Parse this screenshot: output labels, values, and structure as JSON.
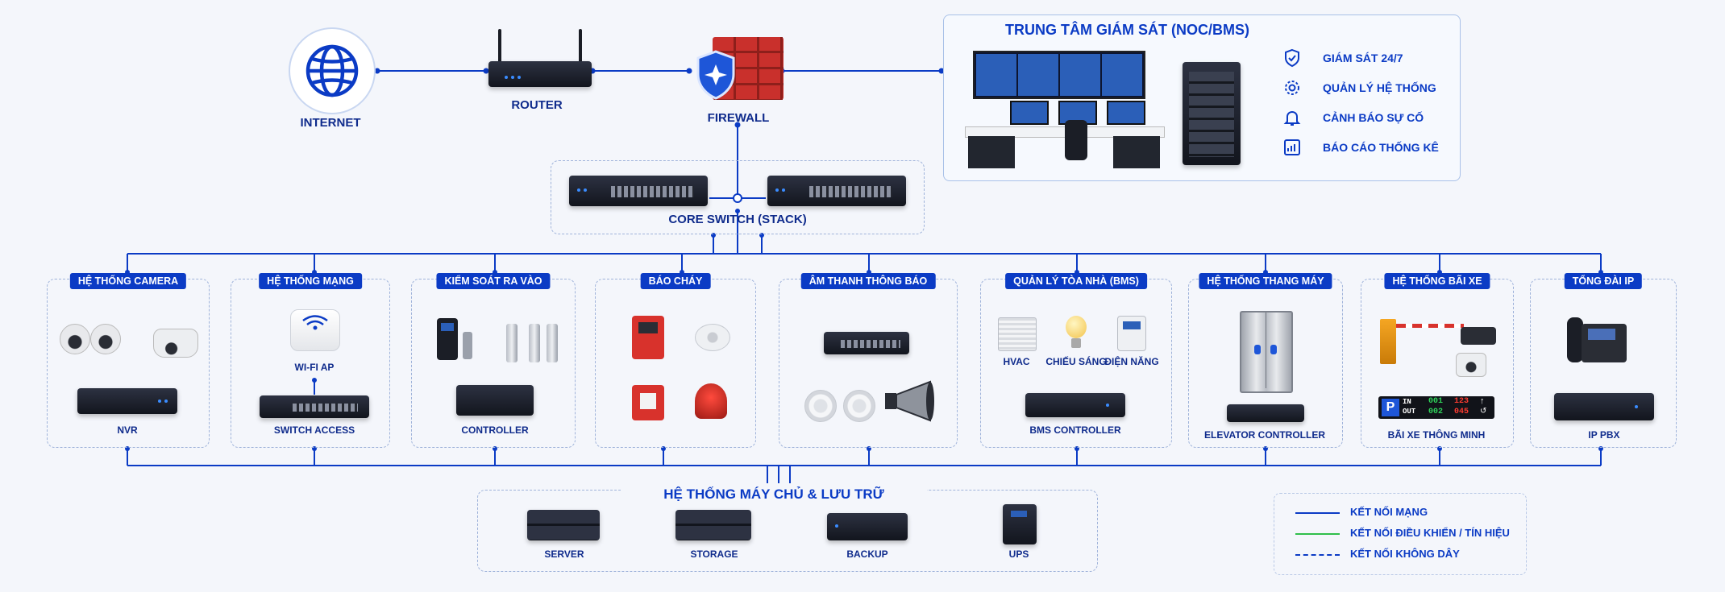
{
  "top": {
    "internet_label": "INTERNET",
    "router_label": "ROUTER",
    "firewall_label": "FIREWALL",
    "core_switch_label": "CORE SWITCH (STACK)"
  },
  "noc": {
    "title": "TRUNG TÂM GIÁM SÁT (NOC/BMS)",
    "items": [
      {
        "icon": "shield-icon",
        "label": "GIÁM SÁT 24/7"
      },
      {
        "icon": "gear-icon",
        "label": "QUẢN LÝ HỆ THỐNG"
      },
      {
        "icon": "bell-icon",
        "label": "CẢNH BÁO SỰ CỐ"
      },
      {
        "icon": "report-chart-icon",
        "label": "BÁO CÁO THỐNG KÊ"
      }
    ]
  },
  "subsystems": [
    {
      "title": "HỆ THỐNG CAMERA",
      "labels": [
        "NVR"
      ]
    },
    {
      "title": "HỆ THỐNG MẠNG",
      "labels": [
        "WI-FI AP",
        "SWITCH ACCESS"
      ]
    },
    {
      "title": "KIỂM SOÁT RA VÀO",
      "labels": [
        "CONTROLLER"
      ]
    },
    {
      "title": "BÁO CHÁY",
      "labels": []
    },
    {
      "title": "ÂM THANH THÔNG BÁO",
      "labels": []
    },
    {
      "title": "QUẢN LÝ TÒA NHÀ (BMS)",
      "labels": [
        "HVAC",
        "CHIẾU SÁNG",
        "ĐIỆN NĂNG",
        "BMS CONTROLLER"
      ]
    },
    {
      "title": "HỆ THỐNG THANG MÁY",
      "labels": [
        "ELEVATOR CONTROLLER"
      ]
    },
    {
      "title": "HỆ THỐNG BÃI XE",
      "labels": [
        "BÃI XE THÔNG MINH"
      ]
    },
    {
      "title": "TỔNG ĐÀI IP",
      "labels": [
        "IP PBX"
      ]
    }
  ],
  "parking_display": {
    "p": "P",
    "in_label": "IN",
    "in_count": "001",
    "in_free": "123",
    "out_label": "OUT",
    "out_count": "002",
    "out_free": "045"
  },
  "storage": {
    "title": "HỆ THỐNG MÁY CHỦ & LƯU TRỮ",
    "items": [
      "SERVER",
      "STORAGE",
      "BACKUP",
      "UPS"
    ]
  },
  "legend": [
    {
      "style": "solid",
      "color": "#0b3bc5",
      "label": "KẾT NỐI MẠNG"
    },
    {
      "style": "solid",
      "color": "#2fbf4a",
      "label": "KẾT NỐI ĐIỀU KHIỂN / TÍN HIỆU"
    },
    {
      "style": "dashed",
      "color": "#0b3bc5",
      "label": "KẾT NỐI KHÔNG DÂY"
    }
  ],
  "colors": {
    "primary": "#0b3bc5",
    "panel_border": "#9fb3da",
    "control_line": "#2fbf4a"
  }
}
